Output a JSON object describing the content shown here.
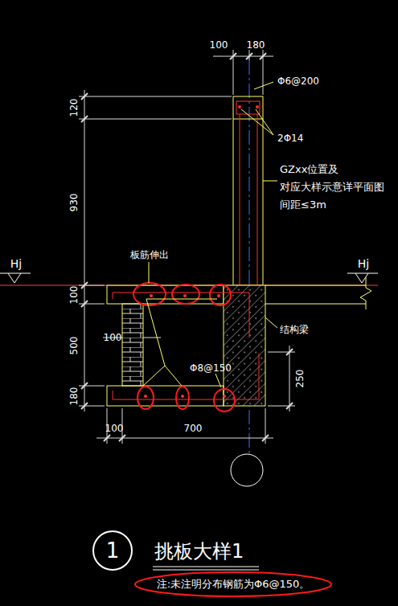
{
  "diagram": {
    "title": "挑板大样1",
    "nodes": [
      {
        "text": [
          "1"
        ]
      }
    ],
    "labels": [
      "100",
      "180",
      "120",
      "930",
      "Φ6@200",
      "2Φ14",
      "GZxx位置及 对应大样示意详平面图 间距≤3m",
      "Hj",
      "Hj",
      "板筋伸出",
      "100",
      "500",
      "100",
      "Φ8@150",
      "结构梁",
      "250",
      "180",
      "100",
      "700",
      "注:未注明分布钢筋为Φ6@150。"
    ]
  }
}
